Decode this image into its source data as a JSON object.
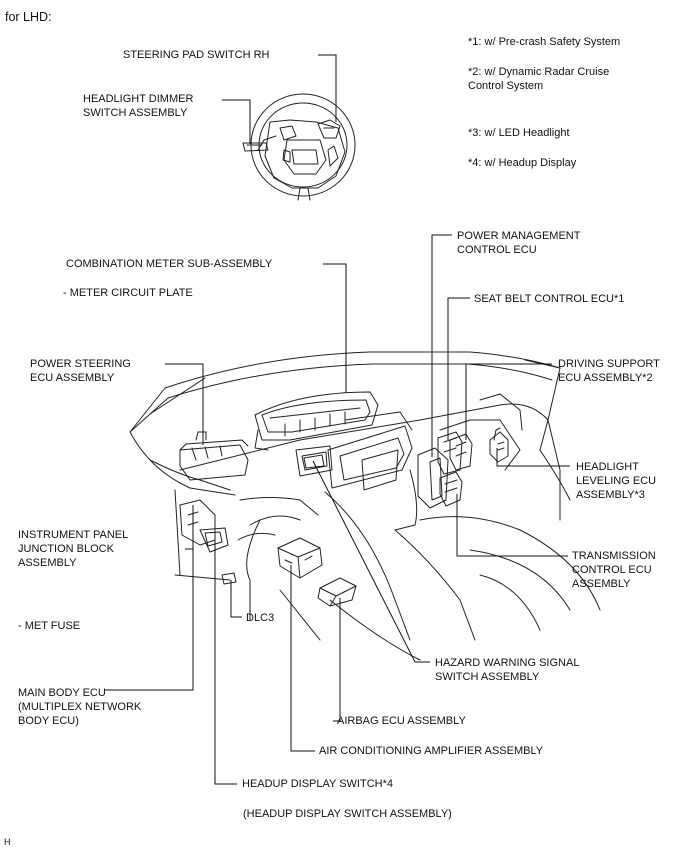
{
  "header": "for LHD:",
  "footer_code": "H",
  "notes": [
    [
      "*1: w/ Pre-crash Safety System"
    ],
    [
      "*2: w/ Dynamic Radar Cruise",
      "Control System"
    ],
    [
      "*3: w/ LED Headlight"
    ],
    [
      "*4: w/ Headup Display"
    ]
  ],
  "labels": {
    "steering_pad": [
      "STEERING PAD SWITCH RH"
    ],
    "headlight_dimmer": [
      "HEADLIGHT DIMMER",
      "SWITCH ASSEMBLY"
    ],
    "power_mgmt": [
      "POWER MANAGEMENT",
      "CONTROL ECU"
    ],
    "combination_meter": [
      "COMBINATION METER SUB-ASSEMBLY"
    ],
    "meter_circuit": [
      "- METER CIRCUIT PLATE"
    ],
    "seat_belt": [
      "SEAT BELT CONTROL ECU*1"
    ],
    "power_steering": [
      "POWER STEERING",
      "ECU ASSEMBLY"
    ],
    "driving_support": [
      "DRIVING SUPPORT",
      "ECU ASSEMBLY*2"
    ],
    "headlight_leveling": [
      "HEADLIGHT",
      "LEVELING ECU",
      "ASSEMBLY*3"
    ],
    "ipjb": [
      "INSTRUMENT PANEL",
      "JUNCTION BLOCK",
      "ASSEMBLY"
    ],
    "transmission": [
      "TRANSMISSION",
      "CONTROL ECU",
      "ASSEMBLY"
    ],
    "met_fuse": [
      "- MET FUSE"
    ],
    "dlc3": [
      "DLC3"
    ],
    "hazard": [
      "HAZARD WARNING SIGNAL",
      "SWITCH ASSEMBLY"
    ],
    "main_body": [
      "MAIN BODY ECU",
      "(MULTIPLEX NETWORK",
      "BODY ECU)"
    ],
    "airbag": [
      "AIRBAG ECU ASSEMBLY"
    ],
    "ac_amp": [
      "AIR CONDITIONING AMPLIFIER ASSEMBLY"
    ],
    "headup_switch": [
      "HEADUP DISPLAY SWITCH*4"
    ],
    "headup_switch_assy": [
      "(HEADUP DISPLAY SWITCH ASSEMBLY)"
    ]
  }
}
